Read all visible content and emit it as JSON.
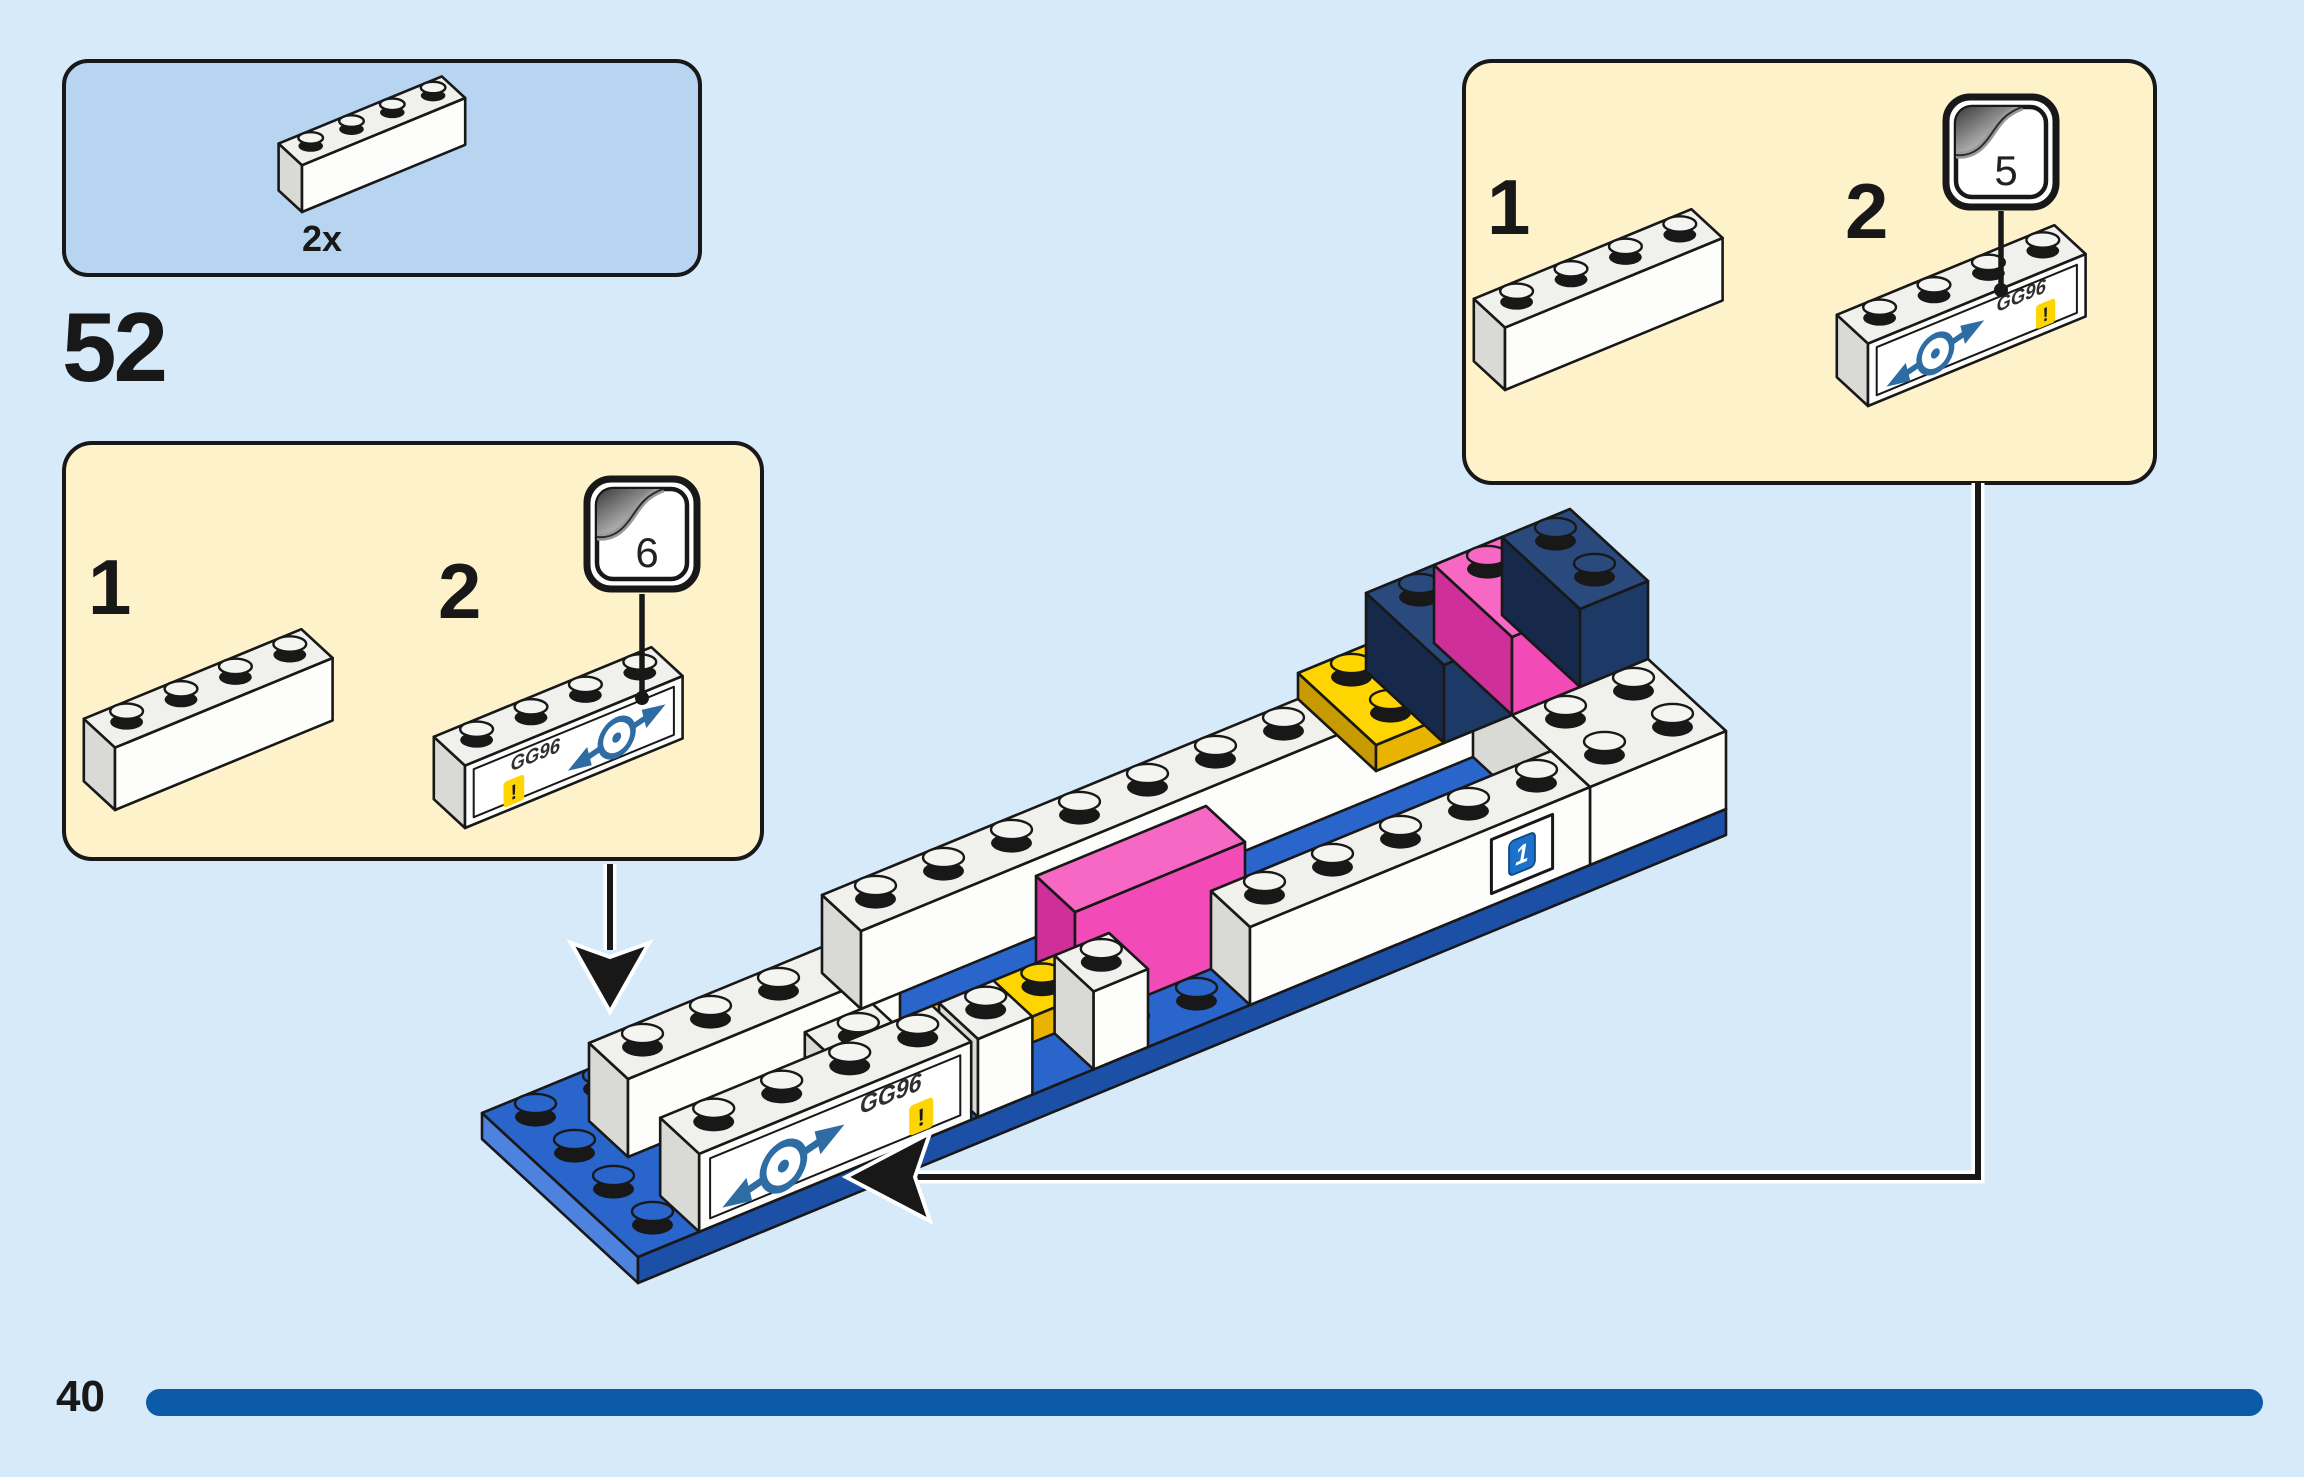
{
  "page": {
    "step_number": "52",
    "number": "40"
  },
  "parts_box": {
    "quantity": "2x",
    "part": "white-brick-1x4"
  },
  "left_box": {
    "step1_label": "1",
    "step2_label": "2",
    "sticker_number": "6"
  },
  "right_box": {
    "step1_label": "1",
    "step2_label": "2",
    "sticker_number": "5"
  },
  "sticker": {
    "code": "GG96",
    "warning_mark": "!"
  },
  "model": {
    "tile_number": "1"
  },
  "colors": {
    "page_bg": "#d7eafa",
    "parts_box_bg": "#b7d5f1",
    "substep_box_bg": "#fdf2ca",
    "ink": "#181818",
    "footer_bar": "#0c5ba8",
    "base_blue": "#2a65cc",
    "navy": "#1d3a66",
    "pink": "#f24bb8",
    "yellow": "#ffd501",
    "azure": "#8fbccd",
    "logo_blue": "#2e6da4",
    "tile_blue": "#1b72c8"
  }
}
